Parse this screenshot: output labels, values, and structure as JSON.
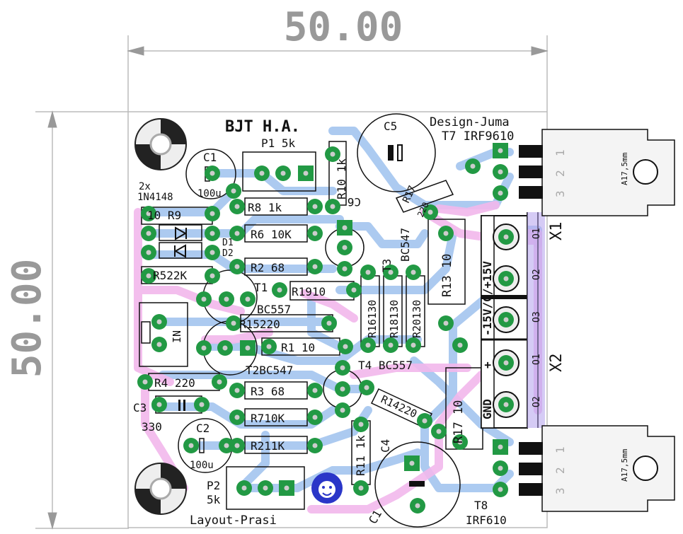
{
  "dimensions": {
    "width_label": "50.00",
    "height_label": "50.00"
  },
  "title": "BJT H.A.",
  "credits": {
    "design": "Design-Juma",
    "layout": "Layout-Prasi"
  },
  "connectors": {
    "x1": "X1",
    "x2": "X2",
    "x1_label": "-15V/G/+15V",
    "x2_plus": "+",
    "x2_gnd": "GND",
    "pin_o1": "O1",
    "pin_o2": "O2",
    "pin_o3": "O3",
    "in_label": "IN"
  },
  "heatsink": {
    "label": "A17,5mm",
    "pins": [
      "1",
      "2",
      "3"
    ]
  },
  "components": {
    "c1": "C1",
    "c1_val": "100u",
    "c2": "C2",
    "c2_val": "100u",
    "c3": "C3",
    "c3_val": "330",
    "c4": "C4",
    "c5": "C5",
    "c6": "C6",
    "c1b": "C1",
    "p1": "P1 5k",
    "p2": "P2",
    "p2_val": "5k",
    "diodes": "2x\n1N4148",
    "d1": "D1",
    "d2": "D2",
    "r1": "R1 10",
    "r2": "R2 68",
    "r3": "R3 68",
    "r4": "R4 220",
    "r5": "R522K",
    "r6": "R6 10K",
    "r7": "R710K",
    "r8": "R8  1k",
    "r9": "10  R9",
    "r10": "R10 1k",
    "r11": "R11 1k",
    "r13": "R13 10",
    "r14": "R14220",
    "r15": "R15220",
    "r16": "R16130",
    "r17": "R17 10",
    "r17b": "R17",
    "r17b_val": "220",
    "r18": "R18130",
    "r19": "R1910",
    "r20": "R20130",
    "r21": "R211K",
    "t1": "T1",
    "t1_type": "BC557",
    "t2": "T2BC547",
    "t3": "T3",
    "t3_type": "BC547",
    "t4": "T4 BC557",
    "t7": "T7 IRF9610",
    "t8": "T8",
    "t8_type": "IRF610"
  },
  "colors": {
    "board": "#ffffff",
    "outline": "#bbbbbb",
    "dims": "#888888",
    "top_trace": "#f2b8ec",
    "bottom_trace": "#a8c8f0",
    "pad": "#229944",
    "silk": "#111111",
    "heatsink": "#f4f4f4"
  },
  "icons": [
    "lion-logo-icon",
    "mounting-hole-icon",
    "terminal-screw-icon",
    "heatsink-hole-icon"
  ]
}
